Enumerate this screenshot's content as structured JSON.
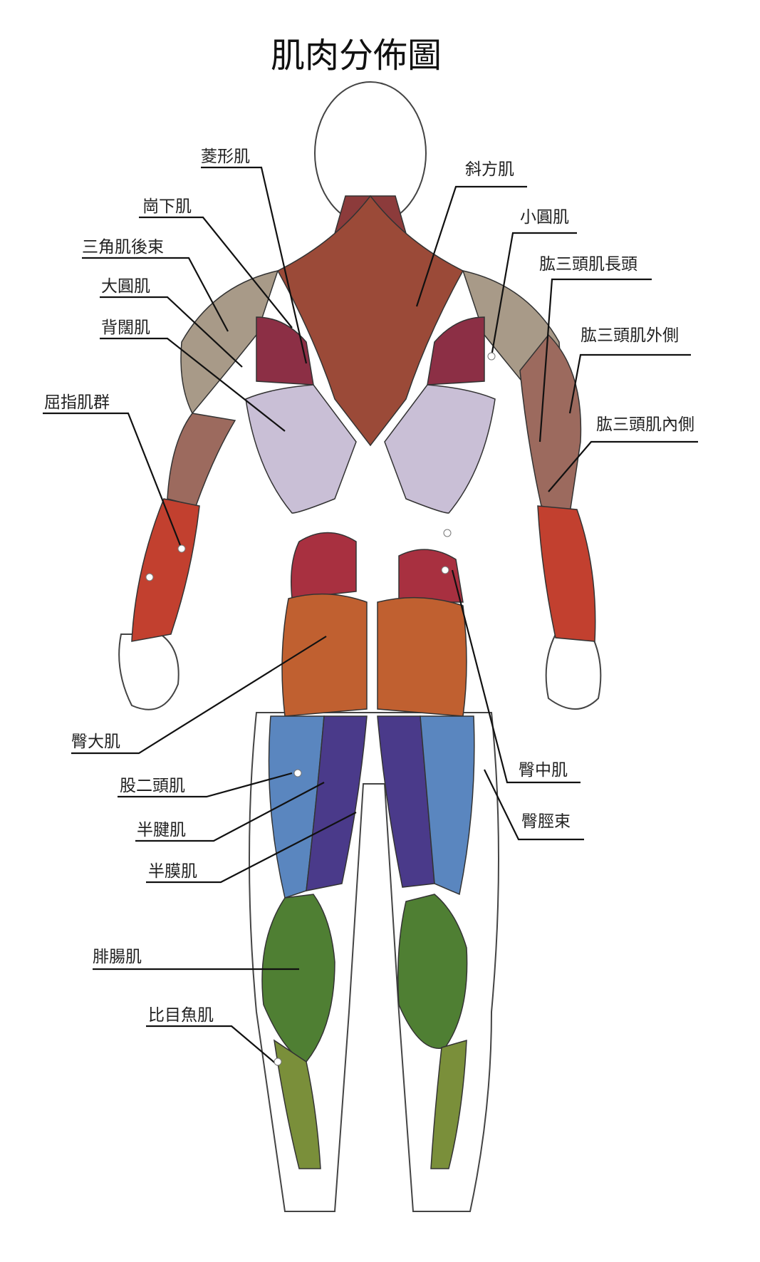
{
  "title": "肌肉分佈圖",
  "colors": {
    "trapezius": "#9b4a38",
    "deltoid": "#a89a88",
    "latissimus": "#c9bfd6",
    "infraspinatus": "#8c2f45",
    "triceps": "#9c6a5e",
    "forearm": "#c2402f",
    "gluteus_medius": "#a83040",
    "gluteus_maximus": "#c06030",
    "hamstring_blue": "#5a86bf",
    "hamstring_purple": "#4a3a8a",
    "calf": "#4f7f33",
    "outline": "#444444"
  },
  "labels": {
    "rhomboid": "菱形肌",
    "infraspinatus": "崗下肌",
    "posterior_deltoid": "三角肌後束",
    "teres_major": "大圓肌",
    "latissimus": "背闊肌",
    "forearm_flexors": "屈指肌群",
    "trapezius": "斜方肌",
    "teres_minor": "小圓肌",
    "triceps_long": "肱三頭肌長頭",
    "triceps_lateral": "肱三頭肌外側",
    "triceps_medial": "肱三頭肌內側",
    "gluteus_maximus": "臀大肌",
    "gluteus_medius": "臀中肌",
    "it_band": "臀脛束",
    "biceps_femoris": "股二頭肌",
    "semitendinosus": "半腱肌",
    "semimembranosus": "半膜肌",
    "gastrocnemius": "腓腸肌",
    "soleus": "比目魚肌"
  }
}
